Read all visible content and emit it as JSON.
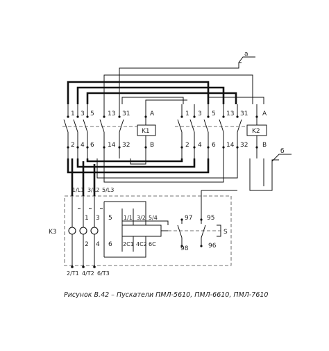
{
  "labels": {
    "a": "а",
    "b": "б",
    "k1": "K1",
    "k2": "K2",
    "k3": "K3",
    "s": "S",
    "coil_a": "A",
    "coil_b": "B",
    "k1_top": [
      "1",
      "3",
      "5",
      "13",
      "31"
    ],
    "k1_bottom": [
      "2",
      "4",
      "6",
      "14",
      "32"
    ],
    "k2_top": [
      "1",
      "3",
      "5",
      "13",
      "31"
    ],
    "k2_bottom": [
      "2",
      "4",
      "6",
      "14",
      "32"
    ],
    "k3_top": [
      "1/L1",
      "3/L2",
      "5/L3"
    ],
    "k3_bottom": [
      "2/T1",
      "4/T2",
      "6/T3"
    ],
    "k3_inner_top": [
      "1",
      "3",
      "5"
    ],
    "k3_inner_bottom": [
      "2",
      "4",
      "6"
    ],
    "aux_top": [
      "1/1",
      "3/2",
      "5/4"
    ],
    "aux_bottom": [
      "2C1",
      "4C2",
      "6C"
    ],
    "t97": "97",
    "t98": "98",
    "t95": "95",
    "t96": "96"
  },
  "caption": "Рисунок В.42   – Пускатели ПМЛ-5610, ПМЛ-6610, ПМЛ-7610"
}
